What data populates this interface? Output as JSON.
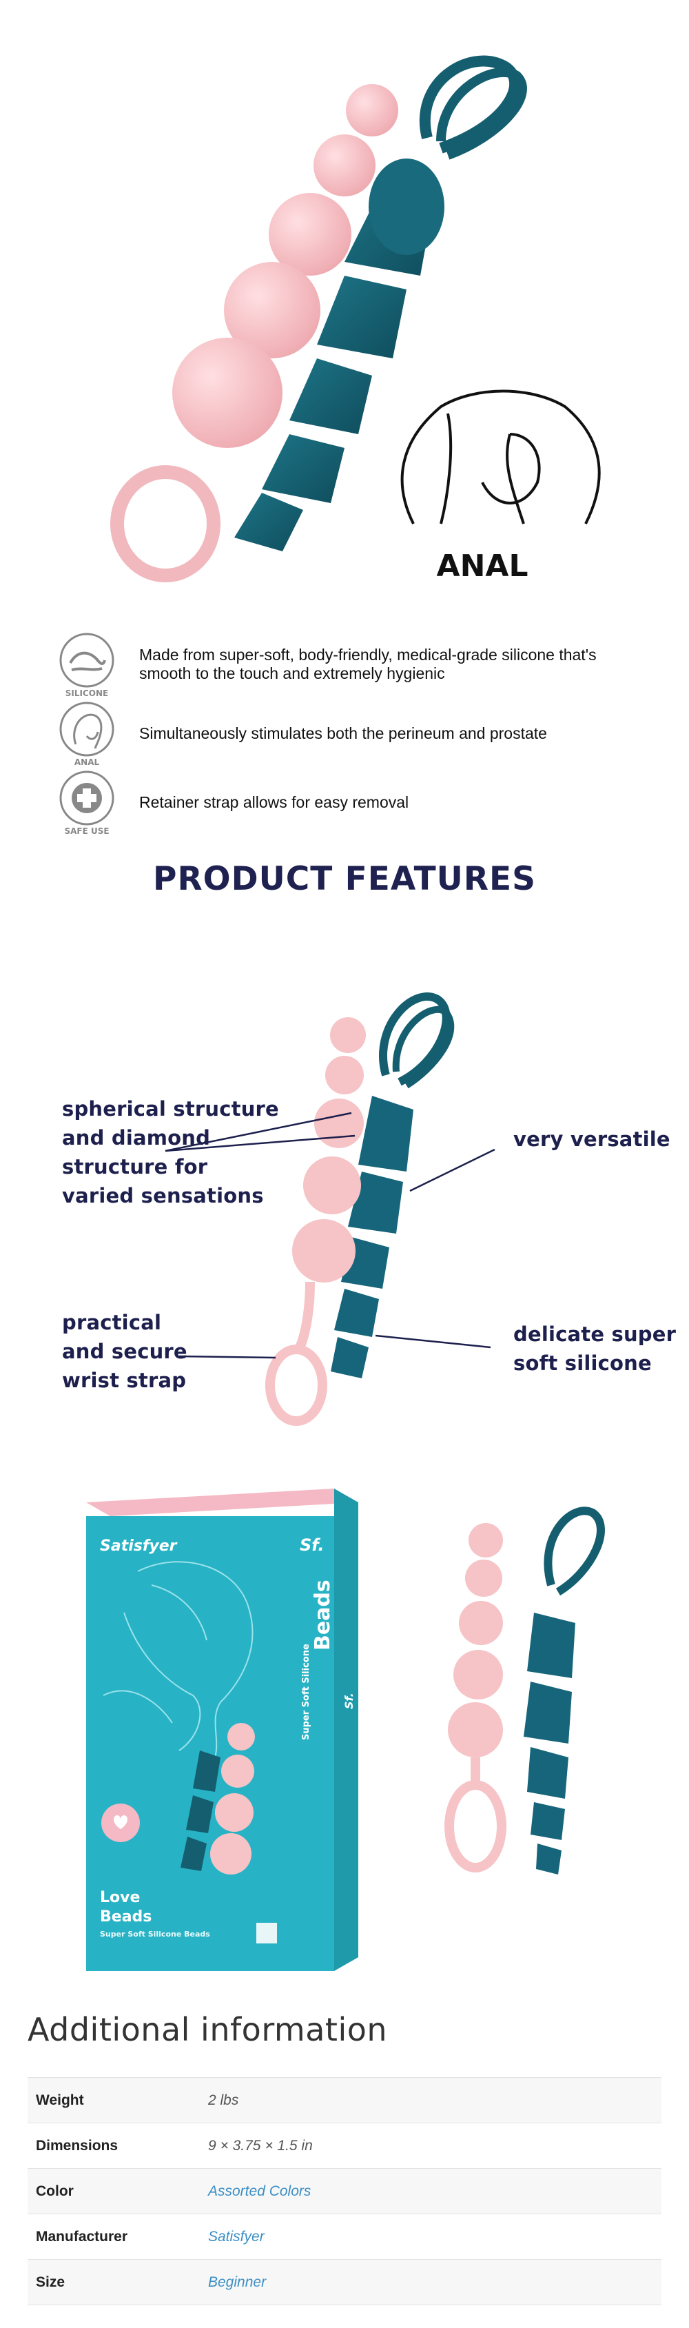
{
  "hero": {
    "badge_label": "ANAL"
  },
  "features": [
    {
      "icon_label": "SILICONE",
      "icon": "silicone-icon",
      "text": "Made from super-soft, body-friendly, medical-grade silicone that's smooth to the touch and extremely hygienic"
    },
    {
      "icon_label": "ANAL",
      "icon": "anal-icon",
      "text": "Simultaneously stimulates both the perineum and prostate"
    },
    {
      "icon_label": "SAFE USE",
      "icon": "safe-use-icon",
      "text": "Retainer strap allows for easy removal"
    }
  ],
  "product_features": {
    "title": "PRODUCT FEATURES",
    "callouts": {
      "spherical": [
        "spherical structure",
        "and diamond",
        "structure for",
        "varied sensations"
      ],
      "versatile": [
        "very versatile"
      ],
      "strap": [
        "practical",
        "and secure",
        "wrist strap"
      ],
      "silicone": [
        "delicate super",
        "soft silicone"
      ]
    }
  },
  "box": {
    "brand": "Satisfyer",
    "logo": "Sf.",
    "side_text_small": "Super Soft Silicone",
    "side_text_big": "Beads",
    "name_line1": "Love",
    "name_line2": "Beads",
    "subtitle": "Super Soft Silicone Beads"
  },
  "additional": {
    "title": "Additional information",
    "rows": [
      {
        "label": "Weight",
        "value": "2 lbs",
        "link": false
      },
      {
        "label": "Dimensions",
        "value": "9 × 3.75 × 1.5 in",
        "link": false
      },
      {
        "label": "Color",
        "value": "Assorted Colors",
        "link": true
      },
      {
        "label": "Manufacturer",
        "value": "Satisfyer",
        "link": true
      },
      {
        "label": "Size",
        "value": "Beginner",
        "link": true
      }
    ]
  },
  "colors": {
    "pink": "#f6c3c6",
    "teal": "#145e6f",
    "navy": "#1f2150",
    "box_cyan": "#27b3c5",
    "link": "#3b8fc4"
  }
}
